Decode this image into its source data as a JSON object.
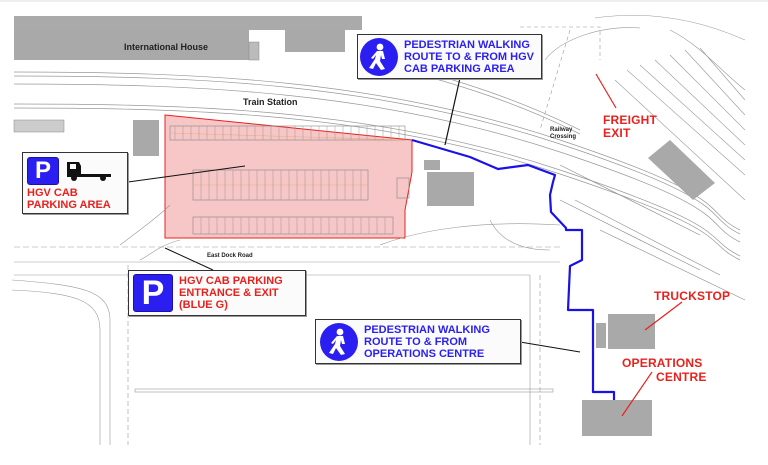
{
  "map": {
    "labels": {
      "international_house": "International House",
      "train_station": "Train Station",
      "east_dock_road": "East Dock Road",
      "railway_crossing_line1": "Railway",
      "railway_crossing_line2": "Crossing",
      "freight_exit_line1": "FREIGHT",
      "freight_exit_line2": "EXIT",
      "truckstop": "TRUCKSTOP",
      "operations_centre_line1": "OPERATIONS",
      "operations_centre_line2": "CENTRE"
    },
    "callouts": {
      "pedestrian_hgv": {
        "icon": "pedestrian-icon",
        "lines": [
          "PEDESTRIAN WALKING",
          "ROUTE TO & FROM HGV",
          "CAB PARKING AREA"
        ]
      },
      "hgv_parking_area": {
        "icons": [
          "parking-icon",
          "truck-cab-icon"
        ],
        "parking_letter": "P",
        "lines": [
          "HGV CAB",
          "PARKING AREA"
        ]
      },
      "hgv_entrance": {
        "icon": "parking-icon",
        "parking_letter": "P",
        "lines": [
          "HGV CAB PARKING",
          "ENTRANCE & EXIT",
          "(BLUE G)"
        ]
      },
      "pedestrian_operations": {
        "icon": "pedestrian-icon",
        "lines": [
          "PEDESTRIAN WALKING",
          "ROUTE TO & FROM",
          "OPERATIONS CENTRE"
        ]
      }
    },
    "colors": {
      "walking_route": "#1a10e8",
      "parking_area_fill": "#f7c6c6",
      "parking_area_border": "#e8211d",
      "label_red": "#e8211d",
      "label_blue": "#2a1ff0",
      "building_grey": "#a9a9a9"
    }
  }
}
